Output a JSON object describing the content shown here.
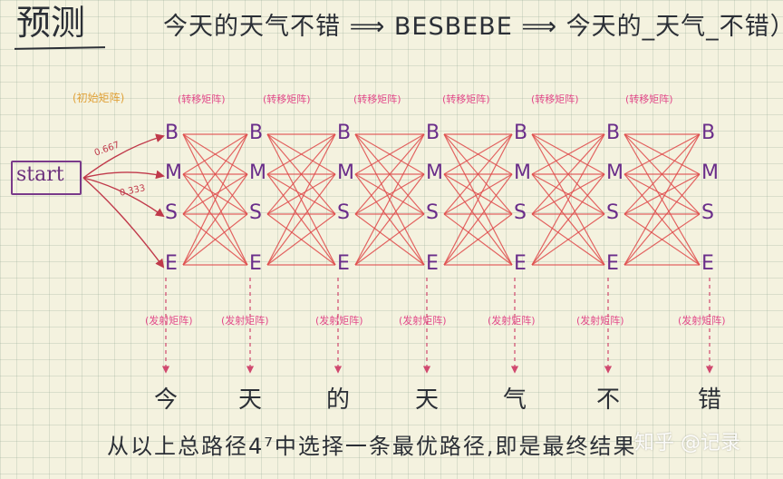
{
  "title": "预测",
  "example_line": "今天的天气不错 ⟹ BESBEBE ⟹ 今天的_天气_不错）",
  "start_label": "start",
  "init_label": "(初始矩阵)",
  "init_probs": [
    "0.667",
    "0.333"
  ],
  "states": [
    "B",
    "M",
    "S",
    "E"
  ],
  "transition_label": "(转移矩阵)",
  "emission_label": "(发射矩阵)",
  "observations": [
    "今",
    "天",
    "的",
    "天",
    "气",
    "不",
    "错"
  ],
  "footer": "从以上总路径4⁷中选择一条最优路径,即是最终结果",
  "watermark": "知乎 @记录",
  "colors": {
    "state": "#6a2d8a",
    "lattice_edge": "#e04a4a",
    "dashed_arrow": "#d0486e",
    "initial_arrow": "#c0394a"
  }
}
